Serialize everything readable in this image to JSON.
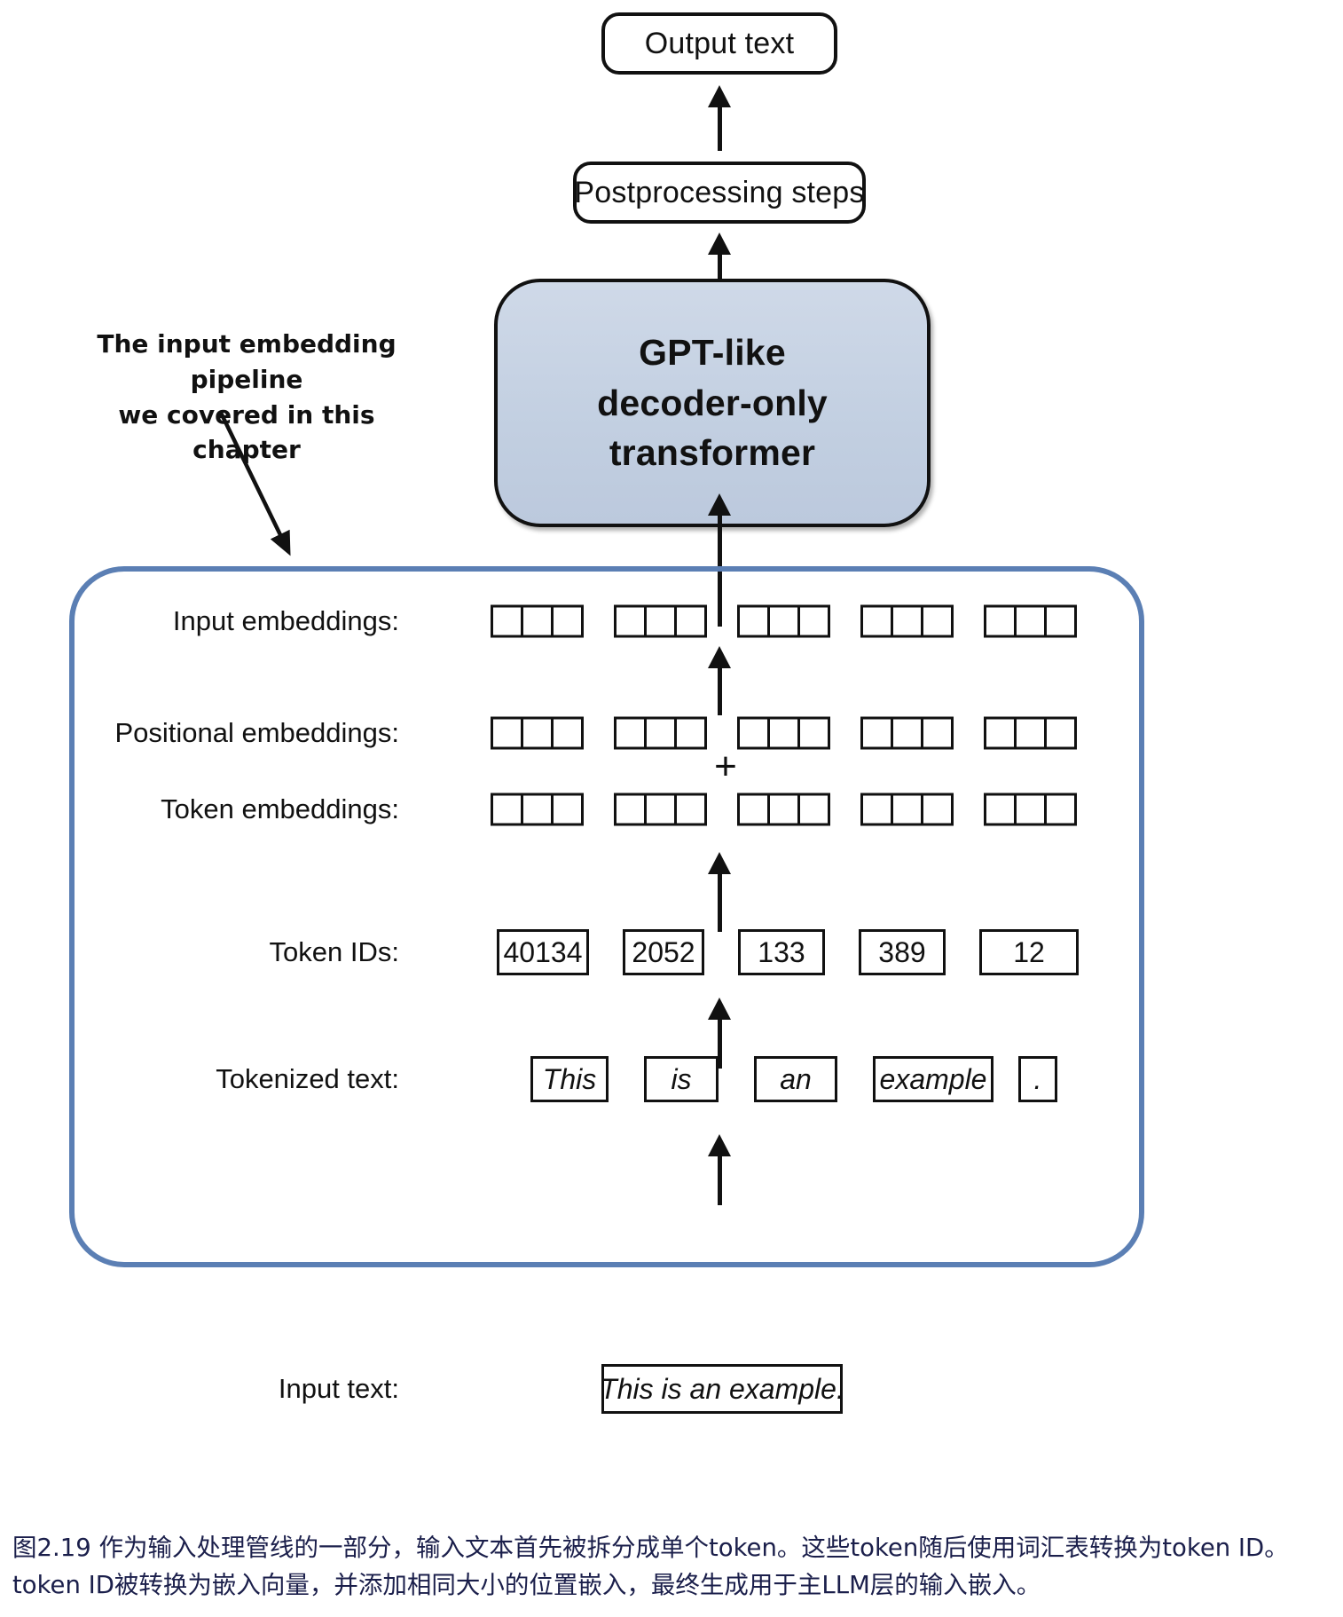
{
  "figure": {
    "caption": "图2.19 作为输入处理管线的一部分，输入文本首先被拆分成单个token。这些token随后使用词汇表转换为token ID。token ID被转换为嵌入向量，并添加相同大小的位置嵌入，最终生成用于主LLM层的输入嵌入。"
  },
  "annotation": {
    "line1": "The input embedding pipeline",
    "line2": "we covered in this chapter"
  },
  "top_stack": {
    "output_text": "Output text",
    "postprocessing": "Postprocessing steps",
    "transformer_line1": "GPT-like",
    "transformer_line2": "decoder-only",
    "transformer_line3": "transformer"
  },
  "rows": {
    "input_embeddings_label": "Input embeddings:",
    "positional_embeddings_label": "Positional embeddings:",
    "token_embeddings_label": "Token embeddings:",
    "token_ids_label": "Token IDs:",
    "tokenized_text_label": "Tokenized text:",
    "input_text_label": "Input text:"
  },
  "operator": {
    "plus": "+"
  },
  "token_ids": [
    "40134",
    "2052",
    "133",
    "389",
    "12"
  ],
  "tokens": [
    "This",
    "is",
    "an",
    "example",
    "."
  ],
  "input_text": "This is an example.",
  "embedding_cells_per_group": 3,
  "embedding_groups": 5,
  "colors": {
    "pipeline_border": "#5b7fb4",
    "transformer_fill": "#c3d1e3",
    "stroke": "#111111",
    "caption_text": "#1b1f4b"
  }
}
